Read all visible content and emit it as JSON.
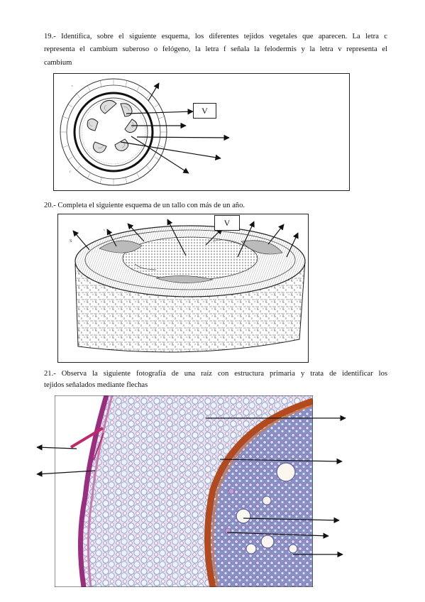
{
  "q19": {
    "line1": "19.- Identifica, sobre el siguiente esquema, los diferentes tejidos vegetales que aparecen. La letra c",
    "line2": "representa el cambium suberoso o felógeno, la letra f señala la felodermis y la letra v representa el",
    "line3": "cambium",
    "label_v": "V",
    "diagram_letters": [
      "s",
      "f"
    ]
  },
  "q20": {
    "text": "20.- Completa el siguiente esquema de un tallo con más de un año.",
    "label_v": "V",
    "diagram_letters": [
      "S",
      "s"
    ]
  },
  "q21": {
    "line1": "21.- Observa la siguiente fotografía de una raíz con estructura primaria y trata de identificar los",
    "line2": "tejidos señalados mediante flechas"
  }
}
